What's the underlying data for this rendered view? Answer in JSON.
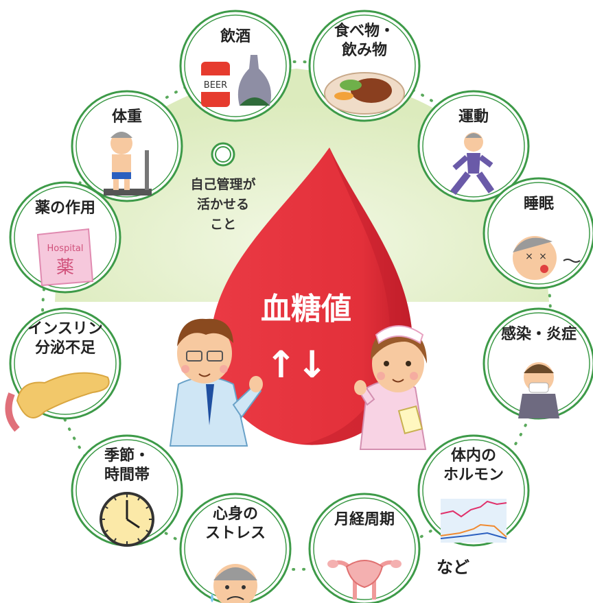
{
  "colors": {
    "ring_green": "#3d9a48",
    "drop_red": "#e8323c",
    "drop_shadow": "#c21f2b",
    "green_glow": "#d9ecb8",
    "dots": "#5aa95c"
  },
  "center": {
    "title": "血糖値",
    "arrows": "↑↓"
  },
  "self_manage": {
    "lines": [
      "自己管理が",
      "活かせる",
      "こと"
    ]
  },
  "factors": [
    {
      "id": "alcohol",
      "lines": [
        "飲酒"
      ],
      "icon": "beer-and-sake-icon",
      "beer_text": "BEER"
    },
    {
      "id": "food",
      "lines": [
        "食べ物・",
        "飲み物"
      ],
      "icon": "meal-plate-icon"
    },
    {
      "id": "weight",
      "lines": [
        "体重"
      ],
      "icon": "person-on-scale-icon"
    },
    {
      "id": "exercise",
      "lines": [
        "運動"
      ],
      "icon": "jogging-person-icon"
    },
    {
      "id": "sleep",
      "lines": [
        "睡眠"
      ],
      "icon": "sleeping-face-icon"
    },
    {
      "id": "medicine",
      "lines": [
        "薬の作用"
      ],
      "icon": "medicine-packet-icon",
      "packet_text": "Hospital",
      "packet_kanji": "薬"
    },
    {
      "id": "infection",
      "lines": [
        "感染・炎症"
      ],
      "icon": "sick-person-mask-icon"
    },
    {
      "id": "insulin",
      "lines": [
        "インスリン",
        "分泌不足"
      ],
      "icon": "pancreas-icon"
    },
    {
      "id": "hormone",
      "lines": [
        "体内の",
        "ホルモン"
      ],
      "icon": "hormone-graph-icon"
    },
    {
      "id": "season",
      "lines": [
        "季節・",
        "時間帯"
      ],
      "icon": "clock-icon"
    },
    {
      "id": "stress",
      "lines": [
        "心身の",
        "ストレス"
      ],
      "icon": "worried-face-icon"
    },
    {
      "id": "menstrual",
      "lines": [
        "月経周期"
      ],
      "icon": "uterus-icon"
    }
  ],
  "etc": "など"
}
